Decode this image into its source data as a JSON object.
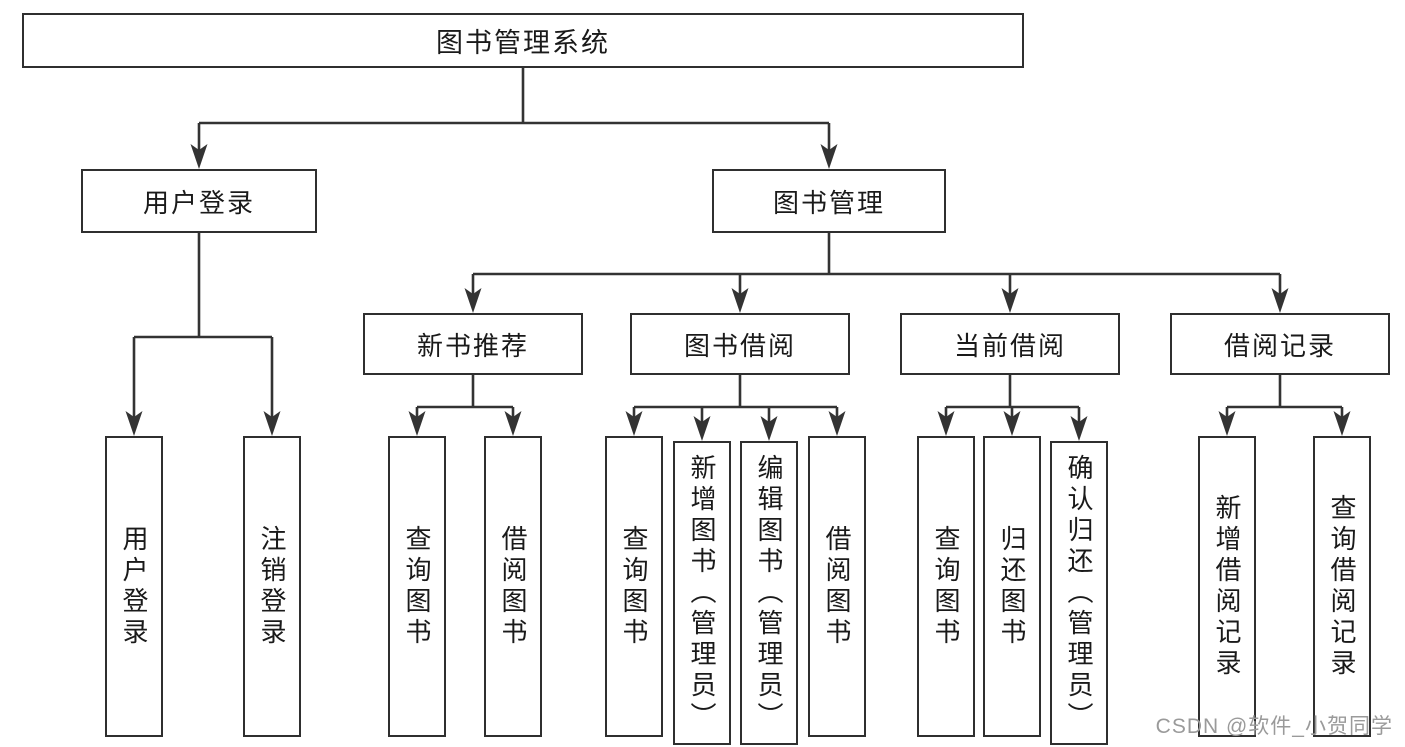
{
  "diagram": {
    "type": "tree",
    "line_color": "#333333",
    "box_border_color": "#2f2f2f",
    "text_color": "#1a1a1a",
    "background": "#ffffff",
    "root": {
      "label": "图书管理系统"
    },
    "branches": {
      "user_login": {
        "label": "用户登录",
        "children": [
          {
            "label": "用户登录"
          },
          {
            "label": "注销登录"
          }
        ]
      },
      "book_management": {
        "label": "图书管理",
        "sections": {
          "new_book_recommend": {
            "label": "新书推荐",
            "children": [
              {
                "label": "查询图书"
              },
              {
                "label": "借阅图书"
              }
            ]
          },
          "book_borrowing": {
            "label": "图书借阅",
            "children": [
              {
                "label": "查询图书"
              },
              {
                "label": "新增图书（管理员）"
              },
              {
                "label": "编辑图书（管理员）"
              },
              {
                "label": "借阅图书"
              }
            ]
          },
          "current_borrowing": {
            "label": "当前借阅",
            "children": [
              {
                "label": "查询图书"
              },
              {
                "label": "归还图书"
              },
              {
                "label": "确认归还（管理员）"
              }
            ]
          },
          "borrow_records": {
            "label": "借阅记录",
            "children": [
              {
                "label": "新增借阅记录"
              },
              {
                "label": "查询借阅记录"
              }
            ]
          }
        }
      }
    }
  },
  "watermark": {
    "text": "CSDN @软件_小贺同学",
    "color": "#9a9a9a"
  }
}
